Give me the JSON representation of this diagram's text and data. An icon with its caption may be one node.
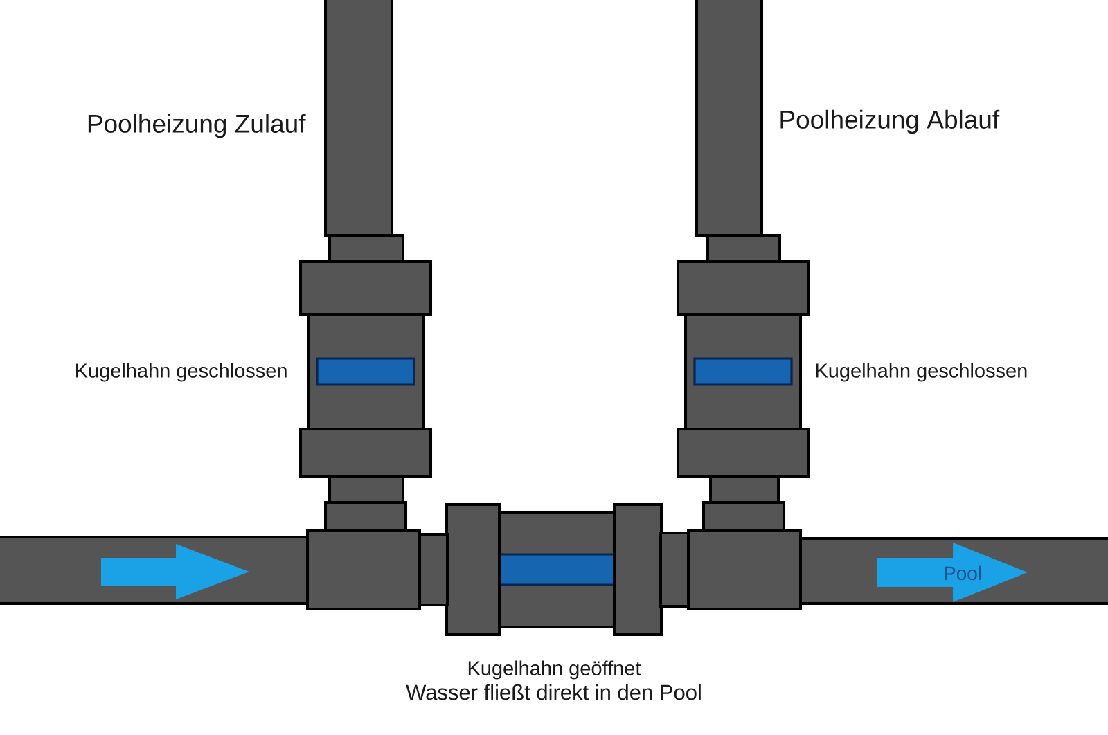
{
  "diagram": {
    "nodes": [
      {
        "text": [],
        "shape": "bar",
        "beside": [
          "Poolheizung Zulauf"
        ]
      },
      {
        "text": [],
        "shape": "bar",
        "beside": [
          "Poolheizung Ablauf"
        ]
      },
      {
        "text": [],
        "shape": "picture",
        "beside": [
          "Kugelhahn geschlossen"
        ]
      },
      {
        "text": [],
        "shape": "picture",
        "beside": [
          "Kugelhahn geschlossen"
        ]
      },
      {
        "text": [],
        "shape": "picture",
        "beside": [
          "Kugelhahn geöffnet",
          "Wasser fließt direkt in den Pool"
        ]
      }
    ],
    "labels": [
      "Pool"
    ]
  }
}
